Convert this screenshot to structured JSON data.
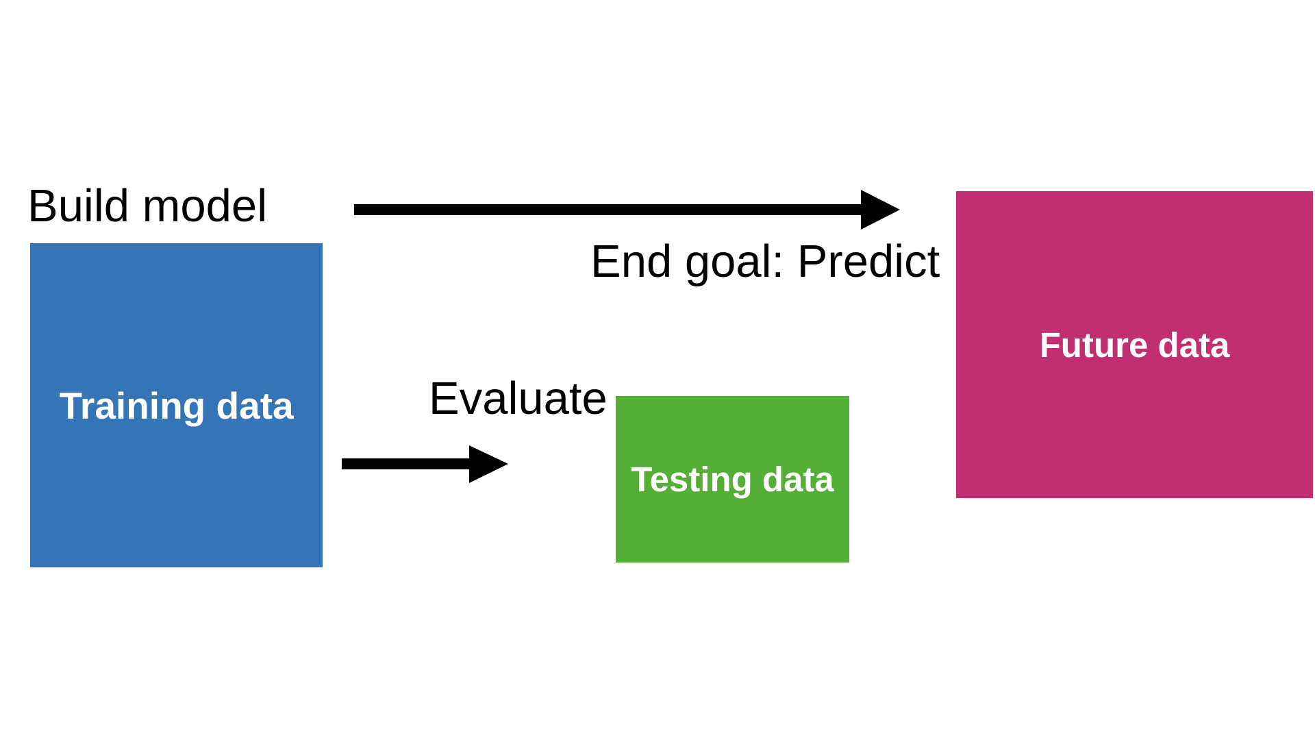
{
  "labels": {
    "build_model": "Build model",
    "end_goal": "End goal: Predict",
    "evaluate": "Evaluate"
  },
  "boxes": {
    "training": {
      "label": "Training data",
      "color": "#3574b6"
    },
    "testing": {
      "label": "Testing data",
      "color": "#55ae36"
    },
    "future": {
      "label": "Future data",
      "color": "#c22f70"
    }
  },
  "arrow_color": "#000000"
}
